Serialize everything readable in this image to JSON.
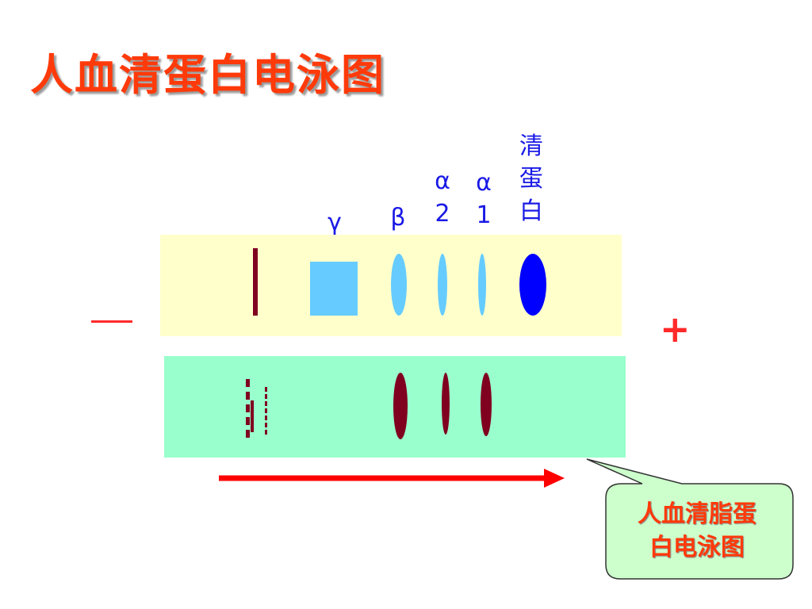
{
  "title": "人血清蛋白电泳图",
  "bands": {
    "gamma": "γ",
    "beta": "β",
    "alpha2": "α\n2",
    "alpha1": "α\n1",
    "albumin": "清\n蛋\n白"
  },
  "polarity": {
    "positive": "+"
  },
  "callout": {
    "text": "人血清脂蛋\n白电泳图"
  },
  "colors": {
    "title": "#ff3a0a",
    "labels": "#1a1ae6",
    "top_panel": "#ffffcc",
    "bottom_panel": "#99ffcc",
    "light_band": "#66ccff",
    "albumin_band": "#0000ff",
    "dark_band": "#800020",
    "arrow": "#ff0000",
    "callout_fill": "#ccffcc"
  }
}
